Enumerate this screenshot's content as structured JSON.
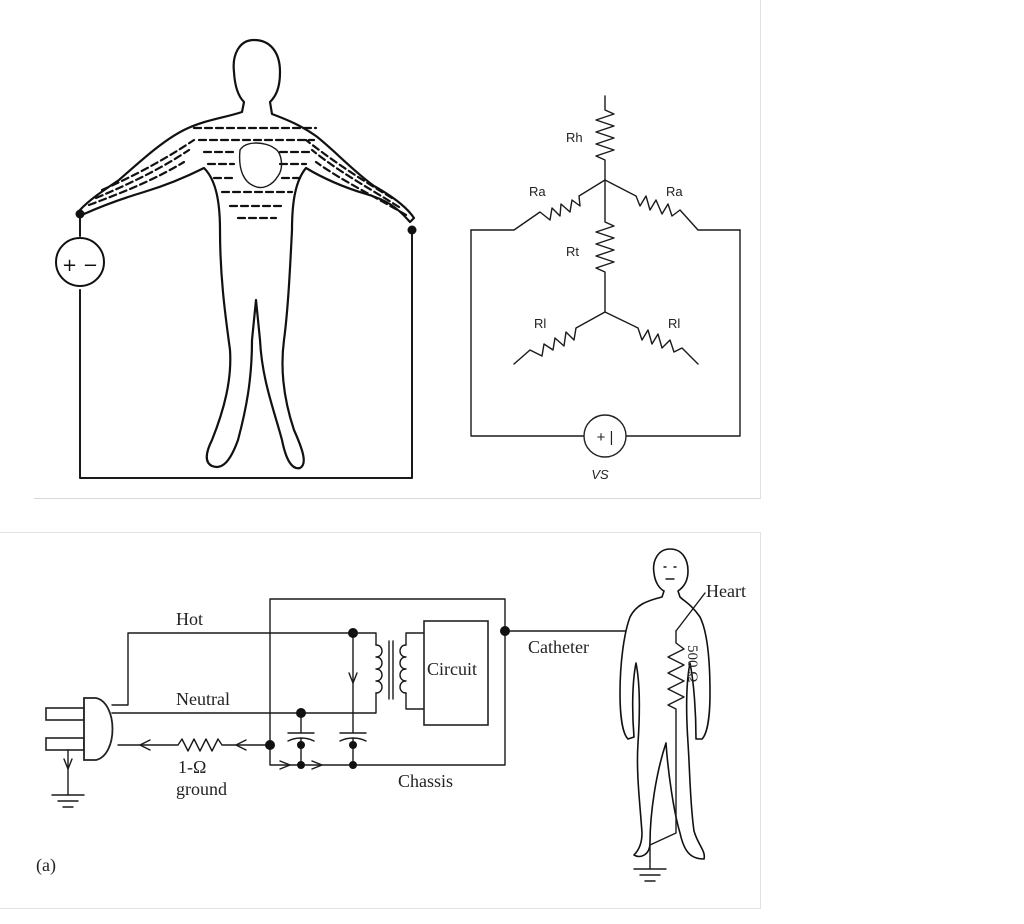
{
  "top_figure": {
    "source_symbol": "+ −",
    "schematic": {
      "resistors": {
        "head": "Rh",
        "arm_left": "Ra",
        "arm_right": "Ra",
        "trunk": "Rt",
        "leg_left": "Rl",
        "leg_right": "Rl"
      },
      "source_symbol": "+ |",
      "source_label": "VS"
    }
  },
  "bottom_figure": {
    "labels": {
      "hot": "Hot",
      "neutral": "Neutral",
      "circuit": "Circuit",
      "catheter": "Catheter",
      "heart": "Heart",
      "chassis": "Chassis",
      "ground_resistor": "1-Ω",
      "ground": "ground",
      "body_resistance": "500 Ω",
      "panel_tag": "(a)"
    }
  }
}
